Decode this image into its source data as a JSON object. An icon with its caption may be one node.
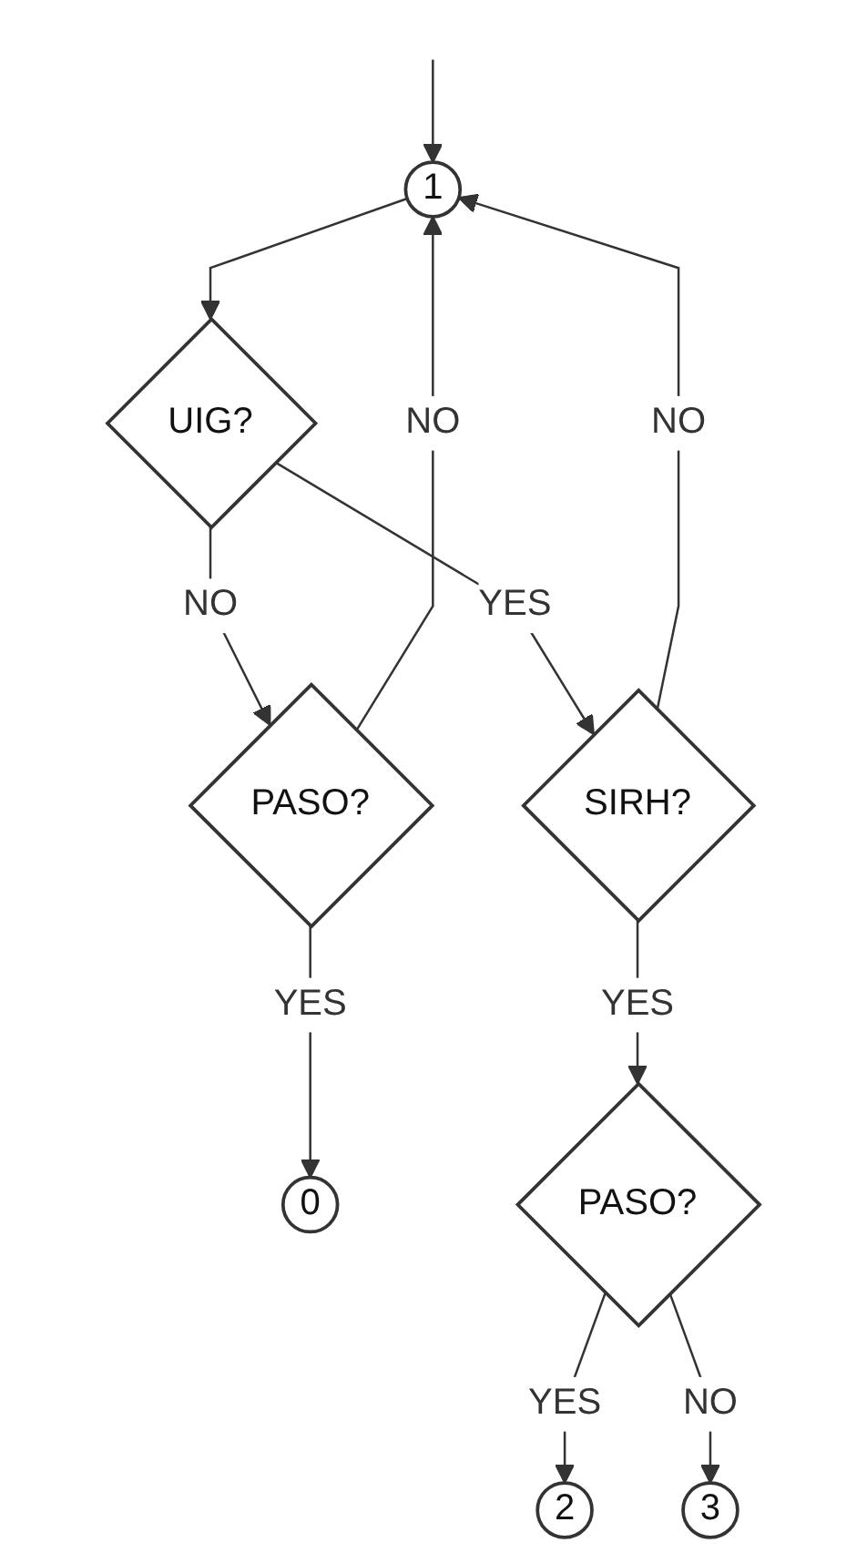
{
  "diagram": {
    "nodes": [
      {
        "text": [
          "1"
        ]
      },
      {
        "text": [
          "0"
        ]
      },
      {
        "text": [
          "UIG?"
        ]
      },
      {
        "text": [
          "PASO?"
        ]
      },
      {
        "text": [
          "SIRH?"
        ]
      },
      {
        "text": [
          "PASO?"
        ]
      },
      {
        "text": [
          "2"
        ]
      },
      {
        "text": [
          "3"
        ]
      }
    ],
    "edges": [
      {
        "from": null,
        "to": 0,
        "arrow": "to"
      },
      {
        "from": 0,
        "to": 2,
        "arrow": "to"
      },
      {
        "from": 2,
        "to": 3,
        "label": "NO",
        "arrow": "to"
      },
      {
        "from": 3,
        "to": 1,
        "label": "YES",
        "arrow": "to"
      },
      {
        "from": 3,
        "to": 0,
        "label": "NO",
        "arrow": "to"
      },
      {
        "from": 2,
        "to": 4,
        "label": "YES",
        "arrow": "to"
      },
      {
        "from": 4,
        "to": 0,
        "label": "NO",
        "arrow": "to"
      },
      {
        "from": 4,
        "to": 5,
        "label": "YES",
        "arrow": "to"
      },
      {
        "from": 5,
        "to": 6,
        "label": "YES",
        "arrow": "to"
      },
      {
        "from": 5,
        "to": 7,
        "label": "NO",
        "arrow": "to"
      }
    ]
  }
}
